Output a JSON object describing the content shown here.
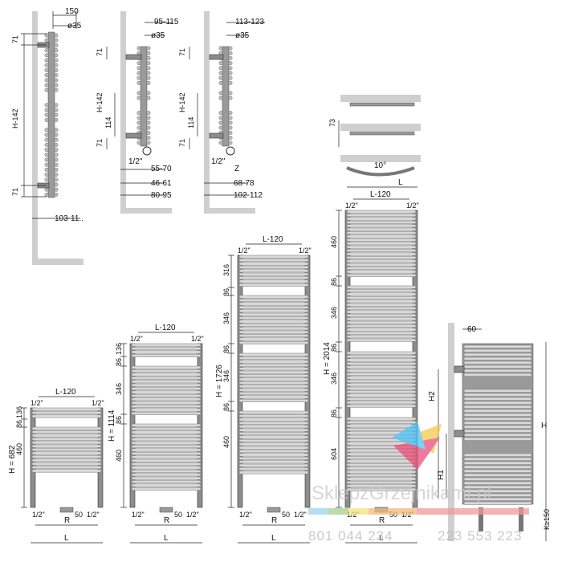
{
  "top_left": {
    "width": "150",
    "dia": "ø35",
    "h_top": "71",
    "h_main": "H-142",
    "h_bot": "71",
    "offset": "103-11.."
  },
  "top_mid": {
    "width": "95-115",
    "dia": "ø35",
    "h_top": "71",
    "h_main": "H-142",
    "h_114": "114",
    "h_bot": "71",
    "valve": "1/2\"",
    "d1": "55-70",
    "d2": "46-61",
    "d3": "80-95"
  },
  "top_right": {
    "width": "113-123",
    "dia": "ø35",
    "h_top": "71",
    "h_main": "H-142",
    "h_114": "114",
    "h_bot": "71",
    "valve": "1/2\"",
    "z": "Z",
    "d2": "68-78",
    "d3": "102-112"
  },
  "top_view": {
    "h73": "73",
    "angle": "10°",
    "L": "L"
  },
  "radiators": [
    {
      "H": "H = 682",
      "dims": [
        "136",
        "86",
        "460"
      ],
      "lw": "L-120",
      "v1": "1/2\"",
      "v2": "1/2\"",
      "b1": "1/2\"",
      "b50": "50",
      "b2": "1/2\"",
      "R": "R",
      "L": "L"
    },
    {
      "H": "H = 1114",
      "dims": [
        "136",
        "86",
        "346",
        "86",
        "460"
      ],
      "lw": "L-120",
      "v1": "1/2\"",
      "v2": "1/2\"",
      "b1": "1/2\"",
      "b50": "50",
      "b2": "1/2\"",
      "R": "R",
      "L": "L"
    },
    {
      "H": "H = 1726",
      "dims": [
        "316",
        "86",
        "346",
        "86",
        "346",
        "86",
        "460"
      ],
      "lw": "L-120",
      "v1": "1/2\"",
      "v2": "1/2\"",
      "b1": "1/2\"",
      "b50": "50",
      "b2": "1/2\"",
      "R": "R",
      "L": "L"
    },
    {
      "H": "H = 2014",
      "dims": [
        "460",
        "86",
        "346",
        "86",
        "346",
        "86",
        "604"
      ],
      "lw": "L-120",
      "v1": "1/2\"",
      "v2": "1/2\"",
      "b1": "1/2\"",
      "b50": "50",
      "b2": "1/2\"",
      "R": "R",
      "L": "L"
    }
  ],
  "side_right": {
    "w": "60",
    "H": "H",
    "H1": "H1",
    "H2": "H2",
    "K": "K≥150"
  },
  "watermark": {
    "text": "SklepzGrzejnikami.pl",
    "phone1": "801 044 234",
    "phone2": "223 553 223"
  }
}
